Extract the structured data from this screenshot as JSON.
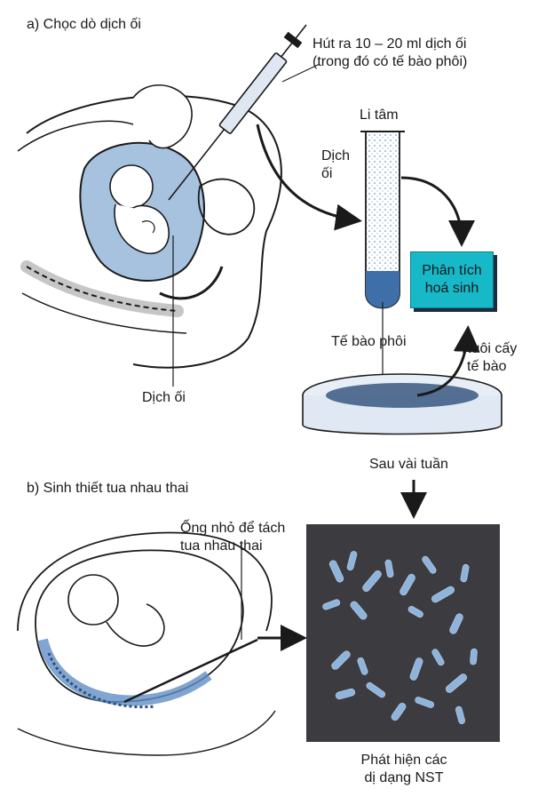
{
  "section_a": {
    "title": "a) Chọc dò dịch ối",
    "syringe_note_line1": "Hút ra 10 – 20 ml dịch ối",
    "syringe_note_line2": "(trong đó có tế bào phôi)",
    "centrifuge_label": "Li tâm",
    "fluid_label_line1": "Dịch",
    "fluid_label_line2": "ối",
    "biochem_box_line1": "Phân tích",
    "biochem_box_line2": "hoá sinh",
    "embryo_cells_label": "Tế bào phôi",
    "culture_label_line1": "Nuôi cấy",
    "culture_label_line2": "tế bào",
    "amniotic_label": "Dịch ối",
    "weeks_label": "Sau vài tuần"
  },
  "section_b": {
    "title": "b) Sinh thiết tua nhau thai",
    "tube_label_line1": "Ống nhỏ để tách",
    "tube_label_line2": "tua nhau thai",
    "result_line1": "Phát hiện các",
    "result_line2": "dị dạng NST"
  },
  "colors": {
    "fluid_blue": "#5f8fc4",
    "box_teal": "#17b9c9",
    "micrograph_bg": "#3c3c40",
    "chromosome": "#8fb4dc"
  }
}
